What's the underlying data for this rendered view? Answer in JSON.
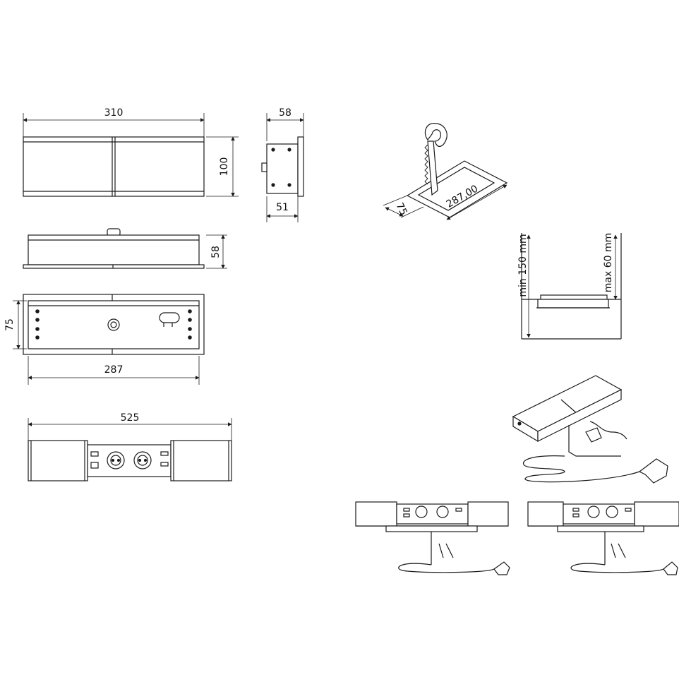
{
  "dimensions": {
    "top_width": "310",
    "top_height": "100",
    "side_width": "58",
    "side_depth": "51",
    "front_height": "58",
    "cutout_height": "75",
    "cutout_width": "287",
    "open_width": "525",
    "saw_width": "75",
    "saw_length": "287,00",
    "min_depth": "min 150 mm",
    "max_thickness": "max 60 mm"
  },
  "colors": {
    "line": "#1a1a1a",
    "fill": "#ffffff",
    "shade": "#d9d9d9"
  }
}
